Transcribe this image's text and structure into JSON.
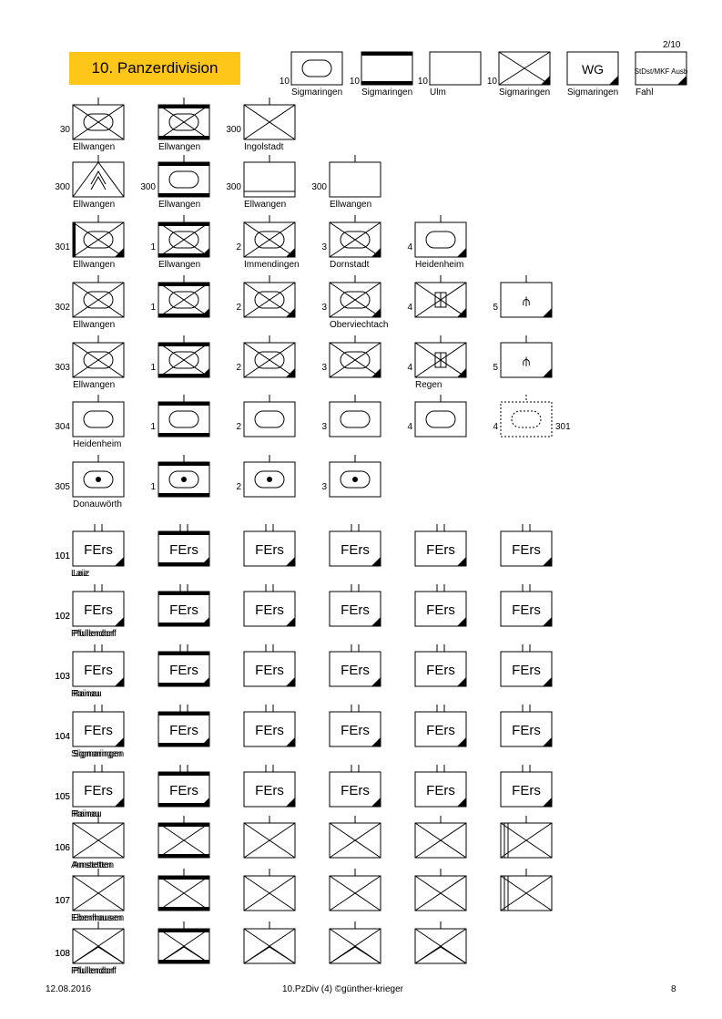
{
  "title": "10. Panzerdivision",
  "footer": {
    "date": "12.08.2016",
    "center": "10.PzDiv (4) ©günther-krieger",
    "page": "8"
  },
  "header_units": [
    {
      "num": "10",
      "name": "Sigmaringen"
    },
    {
      "num": "10",
      "name": "Sigmaringen"
    },
    {
      "num": "10",
      "name": "Ulm"
    },
    {
      "num": "10",
      "name": "Sigmaringen"
    },
    {
      "num": "",
      "name": "Sigmaringen",
      "text": "WG"
    },
    {
      "num": "",
      "name": "Fahl",
      "text": "StDst/MKF Ausb",
      "top": "2/10"
    }
  ],
  "rows": [
    {
      "units": [
        {
          "num": "30",
          "name": "Ellwangen"
        },
        {
          "num": "",
          "name": "Ellwangen"
        },
        {
          "num": "300",
          "name": "Ingolstadt"
        }
      ]
    },
    {
      "units": [
        {
          "num": "300",
          "name": "Ellwangen"
        },
        {
          "num": "300",
          "name": "Ellwangen"
        },
        {
          "num": "300",
          "name": "Ellwangen"
        },
        {
          "num": "300",
          "name": "Ellwangen"
        }
      ]
    },
    {
      "units": [
        {
          "num": "301",
          "name": "Ellwangen"
        },
        {
          "num": "1",
          "name": "Ellwangen"
        },
        {
          "num": "2",
          "name": "Immendingen"
        },
        {
          "num": "3",
          "name": "Dornstadt"
        },
        {
          "num": "4",
          "name": "Heidenheim"
        }
      ]
    },
    {
      "units": [
        {
          "num": "302",
          "name": "Ellwangen"
        },
        {
          "num": "1",
          "name": ""
        },
        {
          "num": "2",
          "name": ""
        },
        {
          "num": "3",
          "name": "Oberviechtach"
        },
        {
          "num": "4",
          "name": ""
        },
        {
          "num": "5",
          "name": ""
        }
      ]
    },
    {
      "units": [
        {
          "num": "303",
          "name": "Ellwangen"
        },
        {
          "num": "1",
          "name": ""
        },
        {
          "num": "2",
          "name": ""
        },
        {
          "num": "3",
          "name": ""
        },
        {
          "num": "4",
          "name": "Regen"
        },
        {
          "num": "5",
          "name": ""
        }
      ]
    },
    {
      "units": [
        {
          "num": "304",
          "name": "Heidenheim"
        },
        {
          "num": "1",
          "name": ""
        },
        {
          "num": "2",
          "name": ""
        },
        {
          "num": "3",
          "name": ""
        },
        {
          "num": "4",
          "name": ""
        },
        {
          "num": "4",
          "name": "",
          "after": "301"
        }
      ]
    },
    {
      "units": [
        {
          "num": "305",
          "name": "Donauwörth"
        },
        {
          "num": "1",
          "name": ""
        },
        {
          "num": "2",
          "name": ""
        },
        {
          "num": "3",
          "name": ""
        }
      ]
    },
    {
      "units": [
        {
          "num": "101",
          "name": "Laiz"
        }
      ],
      "fers": "FErs"
    },
    {
      "units": [
        {
          "num": "102",
          "name": "Pfullendorf"
        }
      ],
      "fers": "FErs"
    },
    {
      "units": [
        {
          "num": "103",
          "name": "Rainau"
        }
      ],
      "fers": "FErs"
    },
    {
      "units": [
        {
          "num": "104",
          "name": "Sigmaringen"
        }
      ],
      "fers": "FErs"
    },
    {
      "units": [
        {
          "num": "105",
          "name": "Rainau"
        }
      ],
      "fers": "FErs"
    },
    {
      "units": [
        {
          "num": "106",
          "name": "Amstetten"
        }
      ]
    },
    {
      "units": [
        {
          "num": "107",
          "name": "Ebenhausen"
        }
      ]
    },
    {
      "units": [
        {
          "num": "108",
          "name": "Pfullendorf"
        }
      ]
    }
  ]
}
